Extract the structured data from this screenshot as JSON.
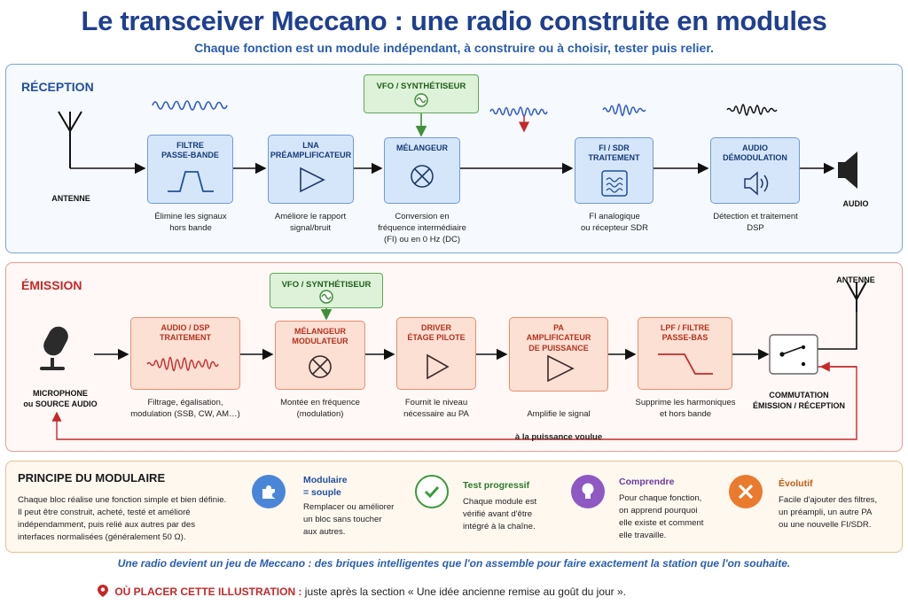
{
  "header": {
    "title": "Le transceiver Meccano : une radio construite en modules",
    "subtitle": "Chaque fonction est un module indépendant, à construire ou à choisir, tester puis relier."
  },
  "reception": {
    "title": "RÉCEPTION",
    "antenna_label": "ANTENNE",
    "audio_label": "AUDIO",
    "vfo": "VFO / SYNTHÉTISEUR",
    "blocks": [
      {
        "label": "FILTRE\nPASSE-BANDE",
        "icon": "bandpass-icon",
        "caption": "Élimine les signaux\nhors bande"
      },
      {
        "label": "LNA\nPRÉAMPLIFICATEUR",
        "icon": "amplifier-triangle-icon",
        "caption": "Améliore le rapport\nsignal/bruit"
      },
      {
        "label": "MÉLANGEUR",
        "icon": "mixer-icon",
        "caption": "Conversion en\nfréquence intermédiaire\n(FI) ou en 0 Hz (DC)"
      },
      {
        "label": "FI / SDR\nTRAITEMENT",
        "icon": "sdr-wave-icon",
        "caption": "FI analogique\nou récepteur SDR"
      },
      {
        "label": "AUDIO\nDÉMODULATION",
        "icon": "speaker-icon",
        "caption": "Détection et traitement\nDSP"
      }
    ]
  },
  "emission": {
    "title": "ÉMISSION",
    "microphone_label": "MICROPHONE\nou SOURCE AUDIO",
    "antenna_label": "ANTENNE",
    "vfo": "VFO / SYNTHÉTISEUR",
    "switch_label": "COMMUTATION\nÉMISSION / RÉCEPTION",
    "blocks": [
      {
        "label": "AUDIO / DSP\nTRAITEMENT",
        "icon": "audio-wave-icon",
        "caption": "Filtrage, égalisation,\nmodulation (SSB, CW, AM…)"
      },
      {
        "label": "MÉLANGEUR\nMODULATEUR",
        "icon": "mixer-icon",
        "caption": "Montée en fréquence\n(modulation)"
      },
      {
        "label": "DRIVER\nÉTAGE PILOTE",
        "icon": "amplifier-triangle-icon",
        "caption": "Fournit le niveau\nnécessaire au PA"
      },
      {
        "label": "PA\nAMPLIFICATEUR\nDE PUISSANCE",
        "icon": "amplifier-triangle-icon",
        "caption_line1": "Amplifie le signal",
        "caption_line2": "à la puissance voulue"
      },
      {
        "label": "LPF / FILTRE\nPASSE-BAS",
        "icon": "lowpass-icon",
        "caption": "Supprime les harmoniques\net hors bande"
      }
    ]
  },
  "principle": {
    "title": "PRINCIPE DU MODULAIRE",
    "text": "Chaque bloc réalise une fonction simple et bien définie.\nIl peut être construit, acheté, testé et amélioré\nindépendamment, puis relié aux autres par des\ninterfaces normalisées (généralement 50 Ω).",
    "items": [
      {
        "title": "Modulaire\n= souple",
        "text": "Remplacer ou améliorer\nun bloc sans toucher\naux autres.",
        "icon": "puzzle-icon",
        "color": "#4a86d8",
        "title_color": "#1f4fa0"
      },
      {
        "title": "Test progressif",
        "text": "Chaque module est\nvérifié avant d'être\nintégré à la chaîne.",
        "icon": "check-icon",
        "color": "#3c9a3c",
        "title_color": "#2b7a2b"
      },
      {
        "title": "Comprendre",
        "text": "Pour chaque fonction,\non apprend pourquoi\nelle existe et comment\nelle travaille.",
        "icon": "lightbulb-icon",
        "color": "#8e59c2",
        "title_color": "#6a3b9e"
      },
      {
        "title": "Évolutif",
        "text": "Facile d'ajouter des filtres,\nun préampli, un autre PA\nou une nouvelle FI/SDR.",
        "icon": "tools-icon",
        "color": "#ea7a2e",
        "title_color": "#c65a12"
      }
    ]
  },
  "footer": {
    "tagline": "Une radio devient un jeu de Meccano : des briques intelligentes que l'on assemble pour faire exactement la station que l'on souhaite.",
    "placement_lead": "OÙ PLACER CETTE ILLUSTRATION :",
    "placement_text": " juste après la section « Une idée ancienne remise au goût du jour »."
  },
  "colors": {
    "rx_accent": "#1f4fa0",
    "tx_accent": "#c62828",
    "vfo_green": "#3f8f3a",
    "title_blue": "#1f3f8f"
  }
}
